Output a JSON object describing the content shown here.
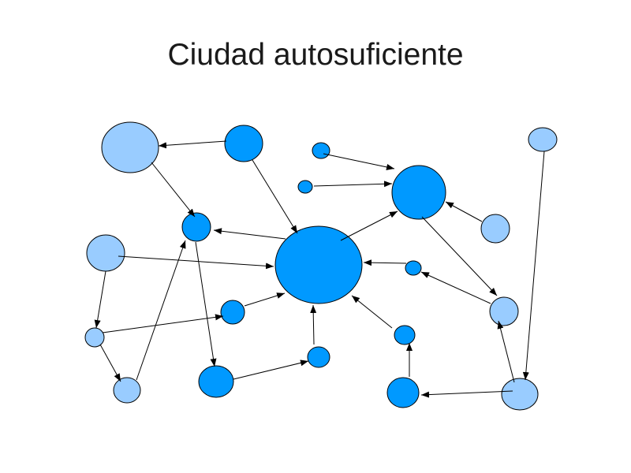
{
  "title": "Ciudad autosuficiente",
  "colors": {
    "dark_node": "#0099ff",
    "light_node": "#99ccff",
    "stroke": "#000000"
  },
  "nodes": [
    {
      "id": "A",
      "type": "light"
    },
    {
      "id": "B",
      "type": "dark"
    },
    {
      "id": "C",
      "type": "dark"
    },
    {
      "id": "D",
      "type": "dark"
    },
    {
      "id": "E",
      "type": "dark"
    },
    {
      "id": "F",
      "type": "light"
    },
    {
      "id": "G",
      "type": "dark"
    },
    {
      "id": "H",
      "type": "light"
    },
    {
      "id": "I",
      "type": "dark"
    },
    {
      "id": "J",
      "type": "light"
    },
    {
      "id": "K",
      "type": "dark"
    },
    {
      "id": "L",
      "type": "dark"
    },
    {
      "id": "M",
      "type": "light"
    },
    {
      "id": "N",
      "type": "light"
    },
    {
      "id": "O",
      "type": "dark"
    },
    {
      "id": "P",
      "type": "dark"
    },
    {
      "id": "Q",
      "type": "light"
    },
    {
      "id": "R",
      "type": "dark"
    },
    {
      "id": "S",
      "type": "dark"
    },
    {
      "id": "T",
      "type": "light"
    }
  ],
  "edges": [
    [
      "B",
      "A"
    ],
    [
      "A",
      "G"
    ],
    [
      "B",
      "I"
    ],
    [
      "C",
      "E"
    ],
    [
      "D",
      "E"
    ],
    [
      "I",
      "G"
    ],
    [
      "I",
      "E"
    ],
    [
      "J",
      "E"
    ],
    [
      "H",
      "I"
    ],
    [
      "K",
      "I"
    ],
    [
      "M",
      "K"
    ],
    [
      "E",
      "M"
    ],
    [
      "H",
      "N"
    ],
    [
      "N",
      "L"
    ],
    [
      "L",
      "I"
    ],
    [
      "Q",
      "G"
    ],
    [
      "G",
      "R"
    ],
    [
      "N",
      "Q"
    ],
    [
      "R",
      "P"
    ],
    [
      "P",
      "I"
    ],
    [
      "O",
      "I"
    ],
    [
      "S",
      "O"
    ],
    [
      "T",
      "S"
    ],
    [
      "T",
      "M"
    ],
    [
      "F",
      "T"
    ]
  ]
}
